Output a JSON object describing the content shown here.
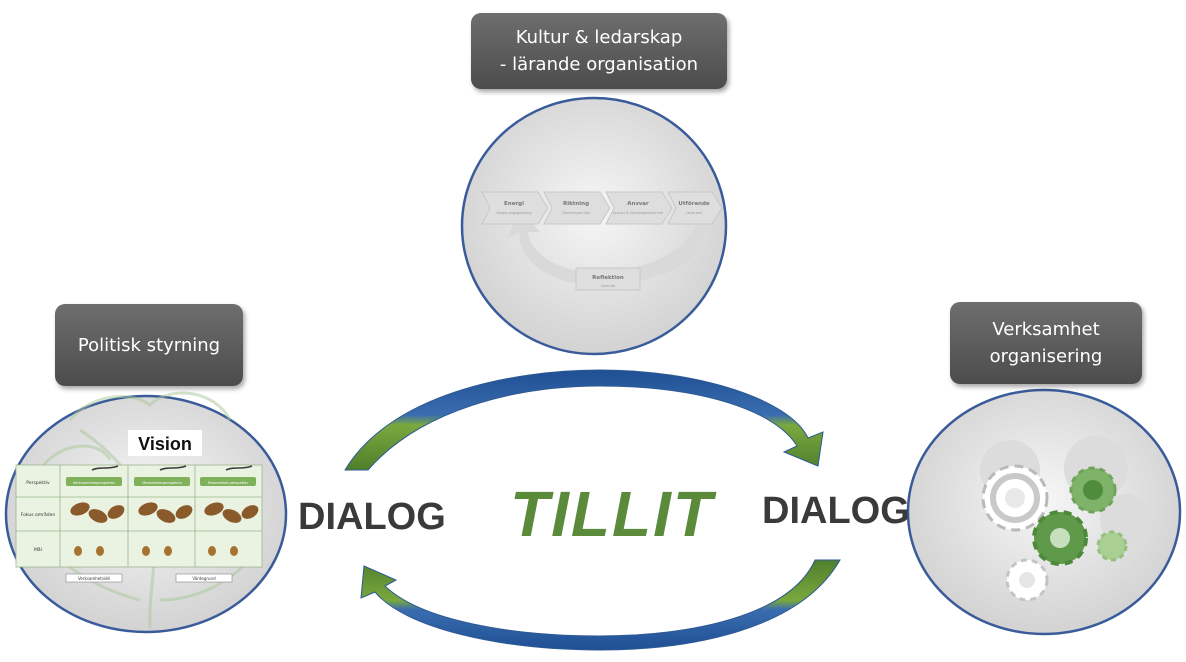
{
  "top_box": {
    "line1": "Kultur & ledarskap",
    "line2": "- lärande organisation"
  },
  "left_box": {
    "text": "Politisk styrning"
  },
  "right_box": {
    "line1": "Verksamhet",
    "line2": "organisering"
  },
  "left_dialog": "DIALOG",
  "right_dialog": "DIALOG",
  "center_word": "TILLIT",
  "top_circle": {
    "steps": [
      {
        "title": "Energi",
        "sub": "Skapa engagemang"
      },
      {
        "title": "Riktning",
        "sub": "Gemensam bild"
      },
      {
        "title": "Ansvar",
        "sub": "Ansvar & handlingsutrymme"
      },
      {
        "title": "Utförande",
        "sub": "Leverans"
      }
    ],
    "reflection": {
      "title": "Reflektion",
      "sub": "Lärande"
    }
  },
  "left_circle": {
    "title": "Vision",
    "row_labels": [
      "Perspektiv",
      "Fokus områden",
      "Mål"
    ],
    "col_headers": [
      "Verksamhetsperspektiv",
      "Medarbetarperspektiv",
      "Ekonomiskt perspektiv"
    ],
    "footer": [
      "Verksamhetsidé",
      "Värdegrund"
    ]
  },
  "colors": {
    "box": "#5a5a5a",
    "circle_border": "#3a5b9a",
    "arrow_green": "#5b8a3a",
    "arrow_blue": "#2f5d9c",
    "tillit": "#5b8a3a"
  },
  "icons": [
    "gear-icon",
    "cycle-arrow-icon",
    "oak-tree-icon"
  ]
}
